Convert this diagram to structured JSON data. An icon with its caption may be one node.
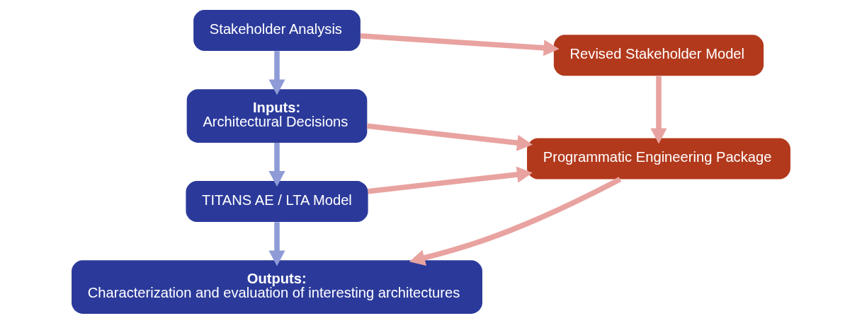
{
  "diagram": {
    "nodes": [
      {
        "text": [
          "Stakeholder Analysis"
        ]
      },
      {
        "text": [
          "Inputs:",
          "Architectural Decisions"
        ]
      },
      {
        "text": [
          "TITANS AE / LTA Model"
        ]
      },
      {
        "text": [
          "Outputs:",
          "Characterization and evaluation of interesting architectures"
        ]
      },
      {
        "text": [
          "Revised Stakeholder Model"
        ]
      },
      {
        "text": [
          "Programmatic Engineering Package"
        ]
      }
    ],
    "edges": [
      {
        "from": 0,
        "to": 1,
        "arrow": "to",
        "color": "#8e9bd6"
      },
      {
        "from": 1,
        "to": 2,
        "arrow": "to",
        "color": "#8e9bd6"
      },
      {
        "from": 2,
        "to": 3,
        "arrow": "to",
        "color": "#8e9bd6"
      },
      {
        "from": 0,
        "to": 4,
        "arrow": "to"
      },
      {
        "from": 4,
        "to": 5,
        "arrow": "to"
      },
      {
        "from": 1,
        "to": 5,
        "arrow": "to"
      },
      {
        "from": 2,
        "to": 5,
        "arrow": "to"
      },
      {
        "from": 5,
        "to": 3,
        "arrow": "to"
      }
    ]
  }
}
